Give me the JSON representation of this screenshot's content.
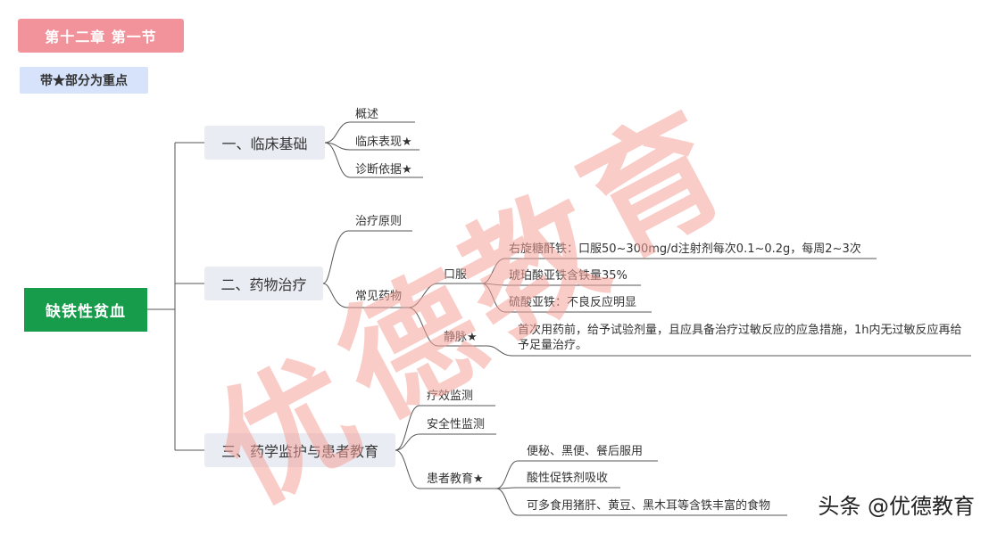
{
  "header": {
    "chapter_tag": "第十二章 第一节",
    "note_tag": "带★部分为重点"
  },
  "root": {
    "label": "缺铁性贫血"
  },
  "branches": [
    {
      "label": "一、临床基础",
      "children": [
        "概述",
        "临床表现★",
        "诊断依据★"
      ]
    },
    {
      "label": "二、药物治疗",
      "children": [
        "治疗原则",
        "常见药物"
      ],
      "oral": {
        "label": "口服",
        "items": [
          "右旋糖酐铁：口服50~300mg/d注射剂每次0.1~0.2g，每周2~3次",
          "琥珀酸亚铁含铁量35%",
          "硫酸亚铁：不良反应明显"
        ]
      },
      "iv": {
        "label": "静脉★",
        "items": [
          "首次用药前，给予试验剂量，且应具备治疗过敏反应的应急措施，1h内无过敏反应再给予足量治疗。"
        ]
      }
    },
    {
      "label": "三、药学监护与患者教育",
      "children": [
        "疗效监测",
        "安全性监测",
        "患者教育★"
      ],
      "education": [
        "便秘、黑便、餐后服用",
        "酸性促铁剂吸收",
        "可多食用猪肝、黄豆、黑木耳等含铁丰富的食物"
      ]
    }
  ],
  "watermark": {
    "text": "优德教育",
    "color": "#f4a39a"
  },
  "footer": {
    "text": "头条 @优德教育"
  },
  "colors": {
    "root": "#169c4b",
    "chapter_tag": "#f2939c",
    "note_tag": "#d6e3fb",
    "branch": "#eaecf3",
    "lines": "#555555"
  }
}
